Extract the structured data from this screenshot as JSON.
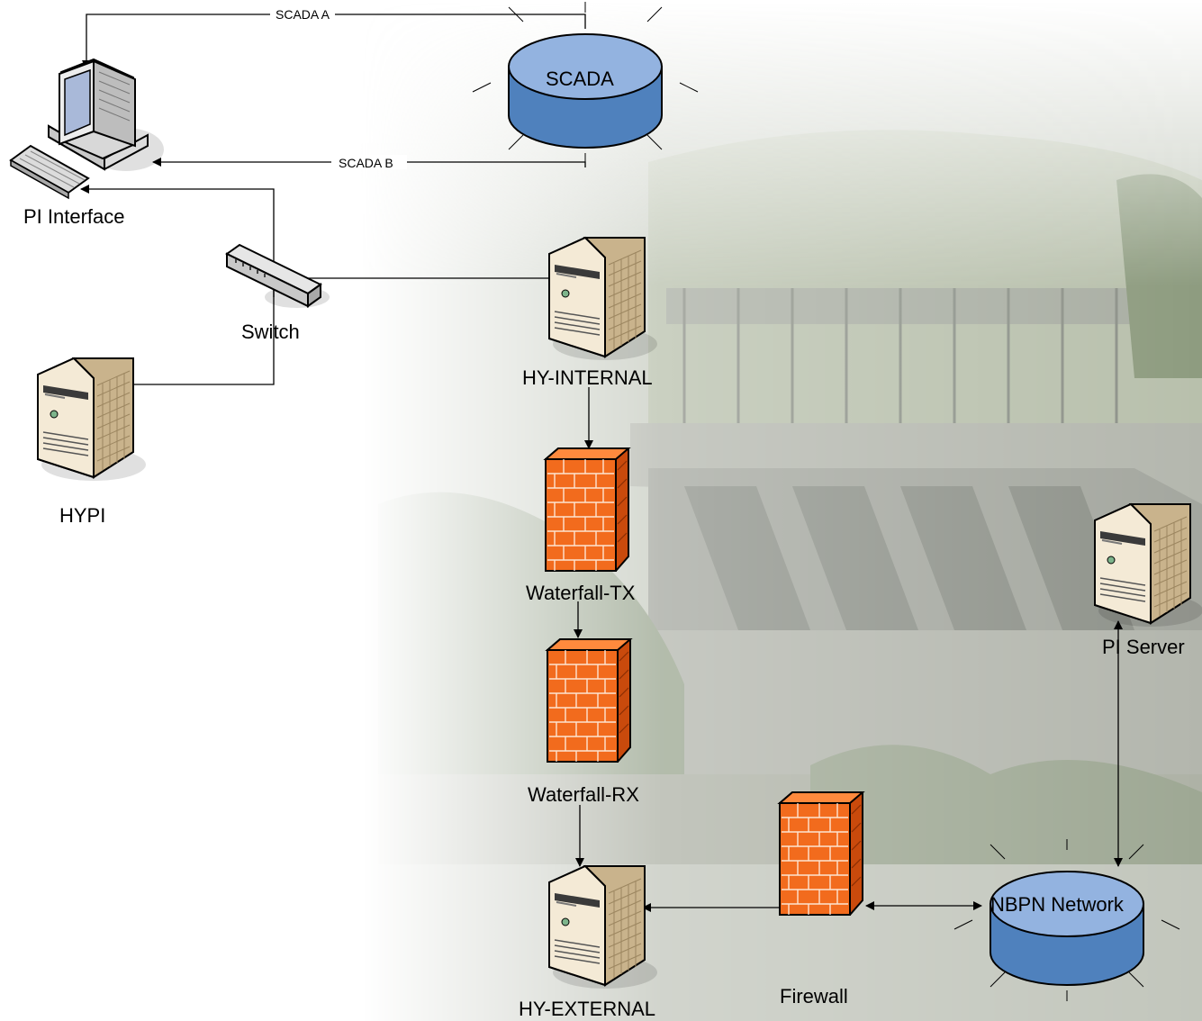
{
  "nodes": {
    "pi_interface": {
      "label": "PI Interface",
      "icon": "desktop-computer-icon"
    },
    "switch": {
      "label": "Switch",
      "icon": "network-switch-icon"
    },
    "hypi": {
      "label": "HYPI",
      "icon": "server-tower-icon"
    },
    "scada": {
      "label": "SCADA",
      "icon": "database-cylinder-icon"
    },
    "hy_internal": {
      "label": "HY-INTERNAL",
      "icon": "server-tower-icon"
    },
    "waterfall_tx": {
      "label": "Waterfall-TX",
      "icon": "firewall-brick-icon"
    },
    "waterfall_rx": {
      "label": "Waterfall-RX",
      "icon": "firewall-brick-icon"
    },
    "hy_external": {
      "label": "HY-EXTERNAL",
      "icon": "server-tower-icon"
    },
    "firewall": {
      "label": "Firewall",
      "icon": "firewall-brick-icon"
    },
    "nbpn_network": {
      "label": "NBPN Network",
      "icon": "database-cylinder-icon"
    },
    "pi_server": {
      "label": "PI Server",
      "icon": "server-tower-icon"
    }
  },
  "links": {
    "scada_a": "SCADA A",
    "scada_b": "SCADA B"
  },
  "colors": {
    "cylinder_top": "#93b3e0",
    "cylinder_side": "#4f81bd",
    "firewall_front": "#f26b1d",
    "firewall_side": "#c94a0c",
    "server_body": "#f2e2c2",
    "server_side": "#b79e74",
    "background_photo": "#a7ad9c"
  }
}
